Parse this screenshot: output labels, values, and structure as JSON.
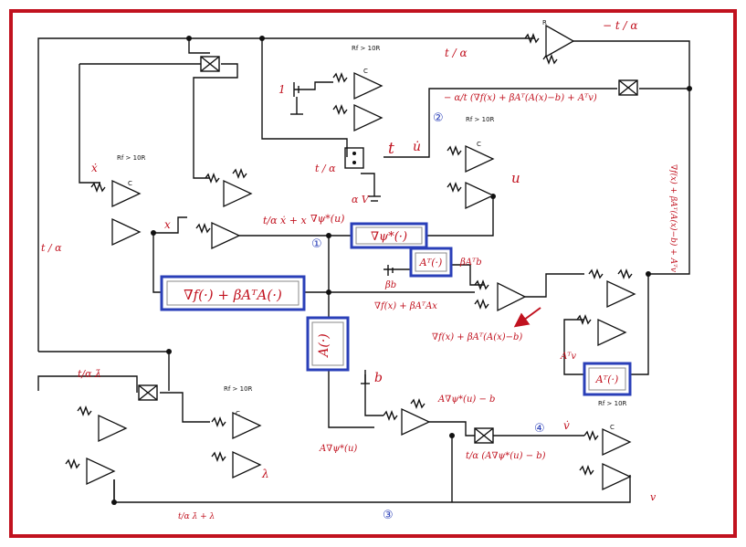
{
  "labels": {
    "neg_t_over_alpha": "− t / α",
    "t_over_alpha_top": "t / α",
    "const_one": "1",
    "alpha_scaled_grad": "− α/t (∇f(x) + βAᵀ(A(x)−b) + Aᵀv)",
    "t_switch": "t",
    "u_dot": "u̇",
    "u": "u",
    "t_over_alpha_mid": "t / α",
    "alpha_v": "α V",
    "x_dot": "ẋ",
    "x": "x",
    "t_xdot_plus_x": "t/α ẋ + x",
    "grad_psi_u": "∇ψ*(u)",
    "beta_AT_b": "βAᵀb",
    "beta_b": "βb",
    "grad_f_beta_ATAx": "∇f(x) + βAᵀAx",
    "grad_f_beta_AT_Ax_b": "∇f(x) + βAᵀ(A(x)−b)",
    "t_over_alpha_left": "t / α",
    "vertical_expr": "∇f(x) + βAᵀ(A(x)−b) + Aᵀv",
    "AT_v": "Aᵀv",
    "t_lambda_dot": "t/α λ̇",
    "lambda": "λ",
    "b": "b",
    "A_grad_psi_minus_b": "A∇ψ*(u) − b",
    "A_grad_psi": "A∇ψ*(u)",
    "t_over_alpha_A_expr": "t/α (A∇ψ*(u) − b)",
    "v_dot": "v̇",
    "v": "v",
    "t_lambda_dot_plus_lambda": "t/α λ̇ + λ"
  },
  "blocks": {
    "grad_f_block": "∇f(·) + βAᵀA(·)",
    "grad_psi_block": "∇ψ*(·)",
    "AT_block_top": "Aᵀ(·)",
    "A_block": "A(·)",
    "AT_block_right": "Aᵀ(·)"
  },
  "components": {
    "resistor": "R",
    "capacitor": "C",
    "rf": "Rf > 10R"
  },
  "markers": {
    "m1": "①",
    "m2": "②",
    "m3": "③",
    "m4": "④"
  },
  "colors": {
    "border": "#c1121f",
    "block_border": "#2a3fb8",
    "label": "#c1121f"
  }
}
